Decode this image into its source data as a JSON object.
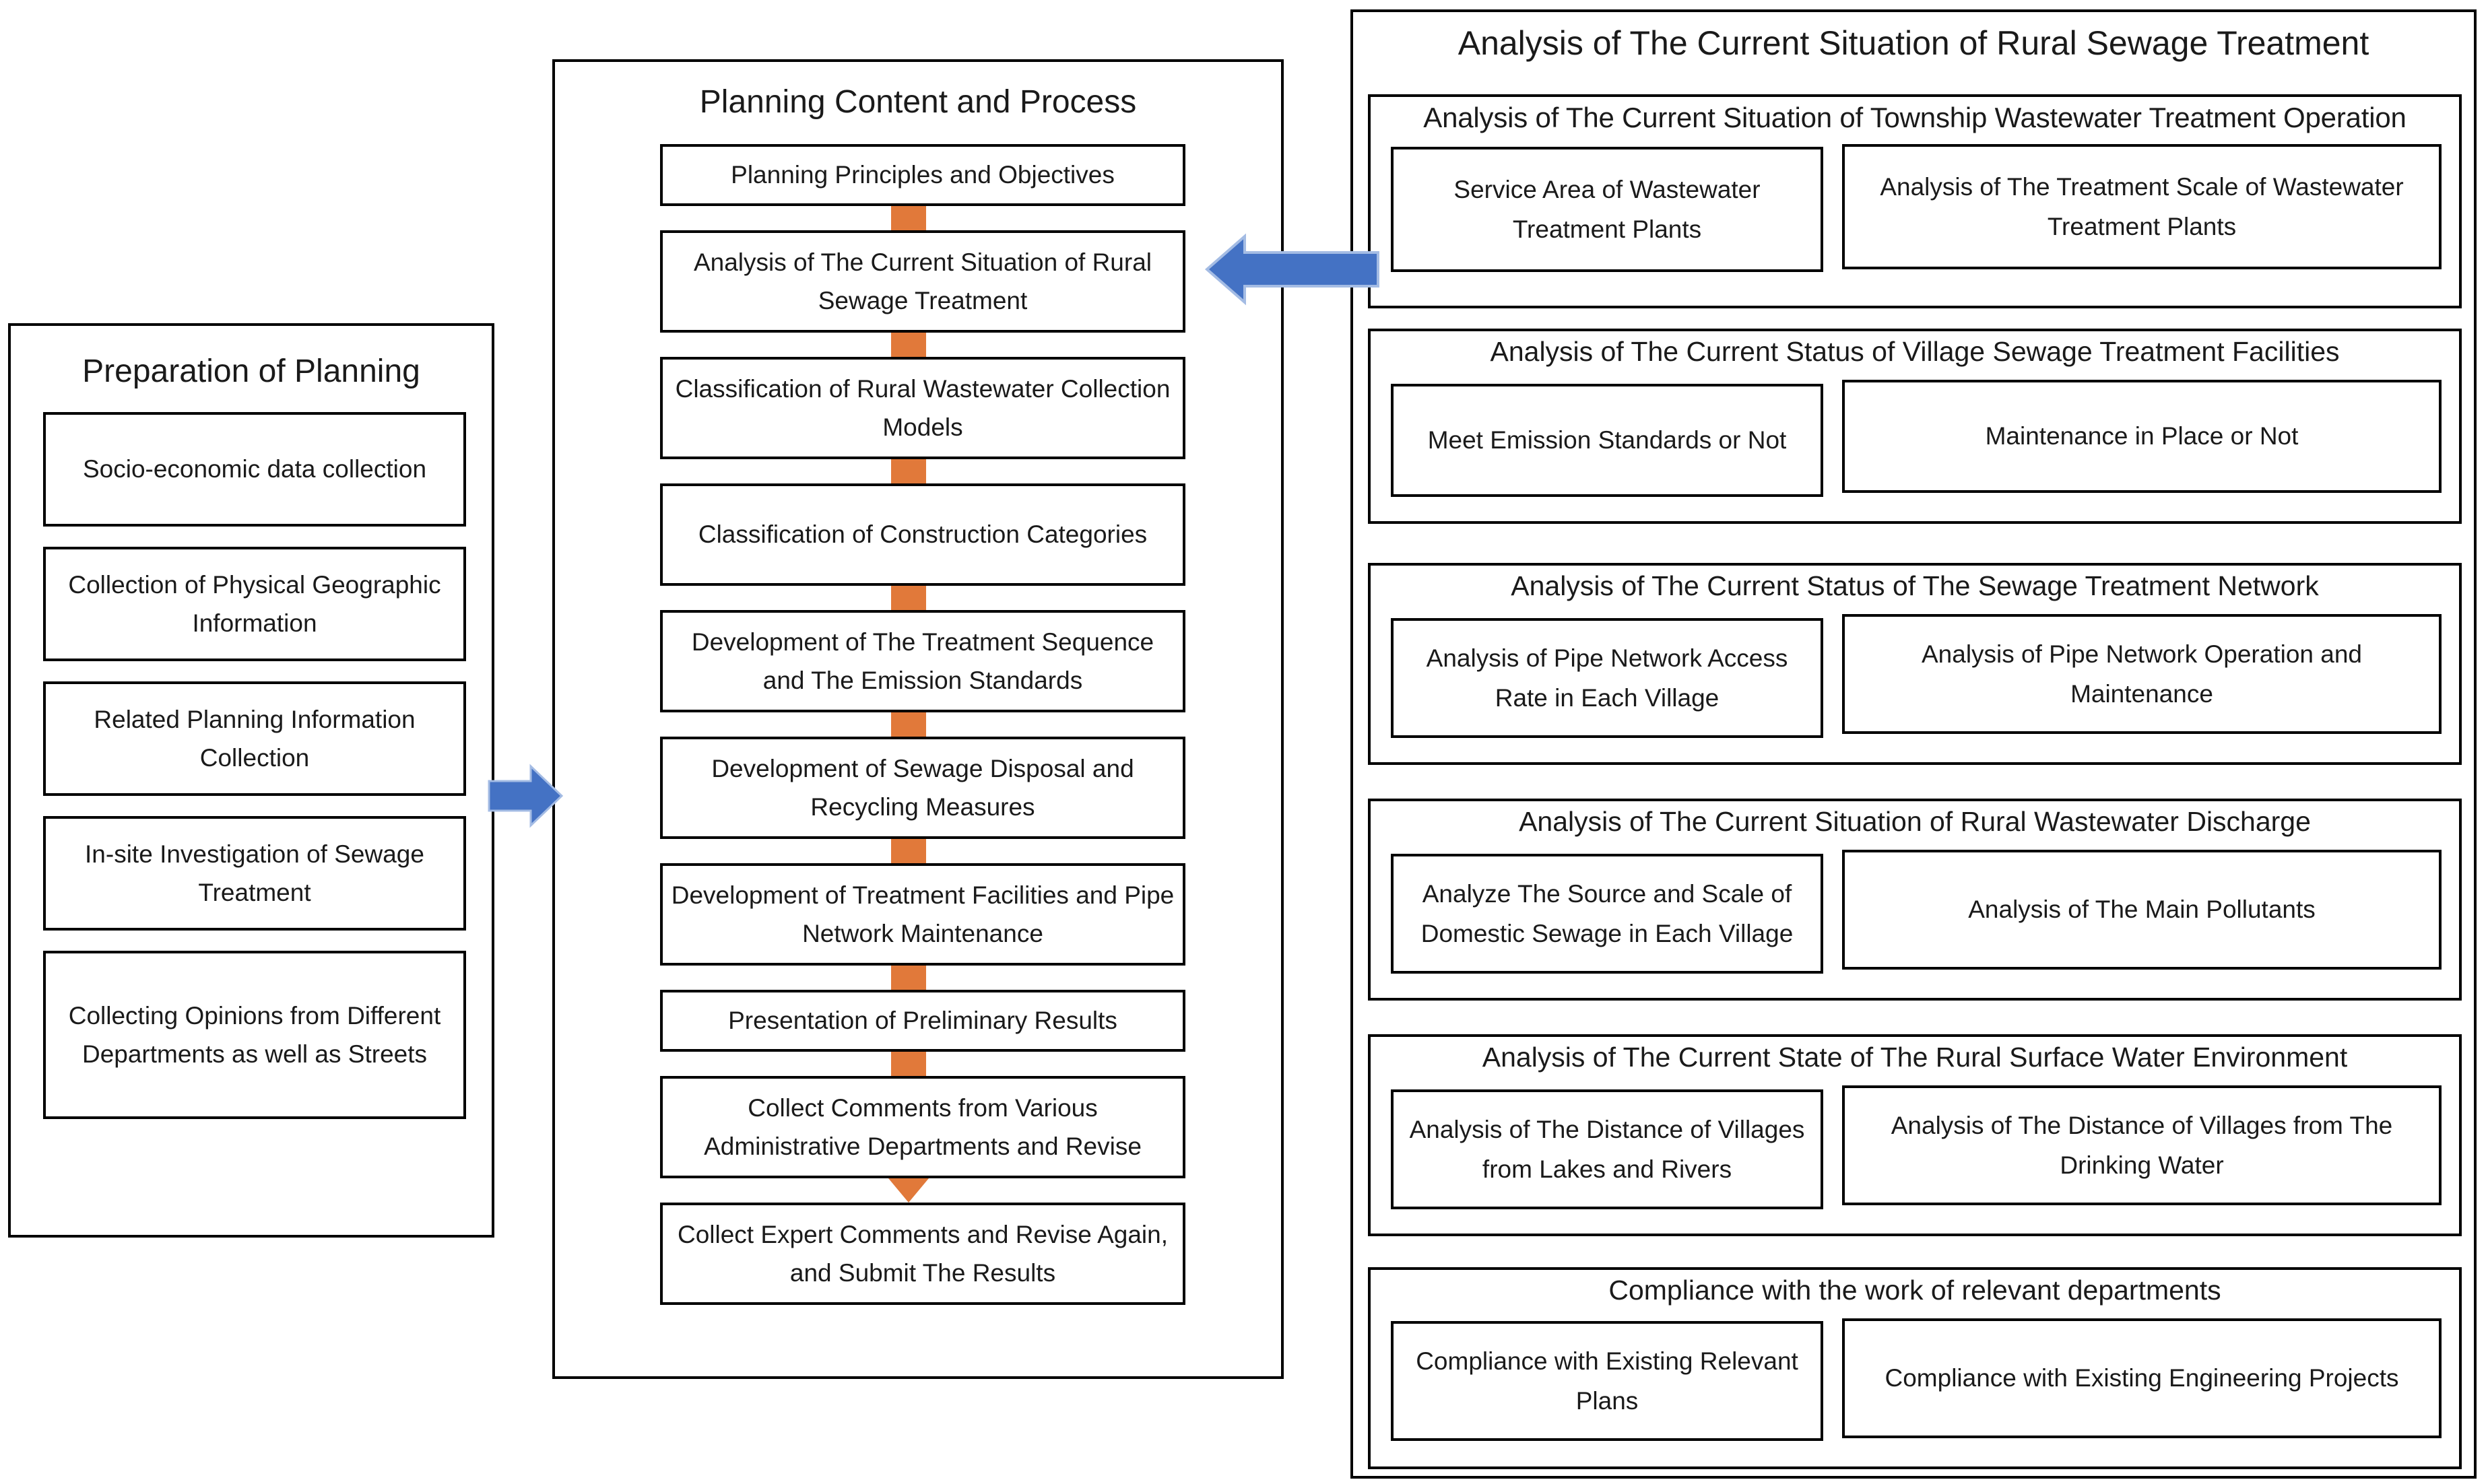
{
  "left_panel": {
    "title": "Preparation of Planning",
    "items": [
      "Socio-economic data collection",
      "Collection of Physical Geographic Information",
      "Related Planning Information Collection",
      "In-site Investigation of Sewage Treatment",
      "Collecting Opinions from Different Departments as well as Streets"
    ]
  },
  "middle_panel": {
    "title": "Planning Content and Process",
    "steps": [
      "Planning Principles and Objectives",
      "Analysis of The Current Situation of Rural Sewage Treatment",
      "Classification of Rural Wastewater Collection Models",
      "Classification of Construction Categories",
      "Development of The Treatment Sequence and The Emission Standards",
      "Development of Sewage Disposal and Recycling Measures",
      "Development of Treatment Facilities and Pipe Network Maintenance",
      "Presentation of Preliminary Results",
      "Collect Comments from Various Administrative Departments and Revise",
      "Collect Expert Comments and Revise Again, and Submit The Results"
    ]
  },
  "right_panel": {
    "title": "Analysis of The Current Situation of Rural Sewage Treatment",
    "sections": [
      {
        "title": "Analysis of The Current Situation of Township Wastewater Treatment Operation",
        "left_item": "Service Area of Wastewater Treatment Plants",
        "right_item": "Analysis of The Treatment Scale of Wastewater Treatment Plants"
      },
      {
        "title": "Analysis of The Current Status of Village Sewage Treatment Facilities",
        "left_item": "Meet Emission Standards or Not",
        "right_item": "Maintenance in Place or Not"
      },
      {
        "title": "Analysis of The Current Status of The Sewage Treatment Network",
        "left_item": "Analysis of Pipe Network Access Rate in Each Village",
        "right_item": "Analysis of Pipe Network Operation and Maintenance"
      },
      {
        "title": "Analysis of The Current Situation of Rural Wastewater Discharge",
        "left_item": "Analyze The Source and Scale of Domestic Sewage in Each Village",
        "right_item": "Analysis of The Main Pollutants"
      },
      {
        "title": "Analysis of The Current State of The Rural Surface Water Environment",
        "left_item": "Analysis of The Distance of Villages from Lakes and Rivers",
        "right_item": "Analysis of The Distance of Villages from The Drinking Water"
      },
      {
        "title": "Compliance with the work of relevant departments",
        "left_item": "Compliance with Existing Relevant Plans",
        "right_item": "Compliance with Existing Engineering Projects"
      }
    ]
  },
  "connectors": {
    "flow_color": "#E1793A",
    "arrow_color": "#4472C4",
    "left_to_middle": "arrow-right-icon",
    "right_to_middle": "arrow-left-icon"
  }
}
